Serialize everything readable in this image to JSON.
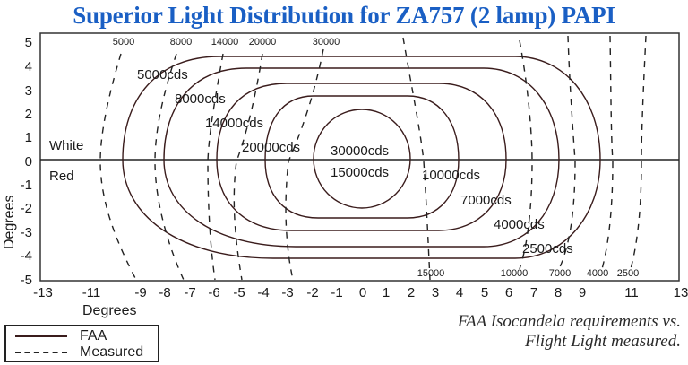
{
  "title": "Superior Light Distribution for ZA757 (2 lamp) PAPI",
  "caption": {
    "line1": "FAA Isocandela requirements vs.",
    "line2": "Flight Light measured."
  },
  "legend": {
    "items": [
      {
        "label": "FAA",
        "style": "solid"
      },
      {
        "label": "Measured",
        "style": "dashed"
      }
    ]
  },
  "colors": {
    "title": "#1a5fc4",
    "faa_line": "#3a1c1c",
    "measured_line": "#222222"
  },
  "chart_data": {
    "type": "line",
    "title": "Superior Light Distribution for ZA757 (2 lamp) PAPI",
    "xlabel": "Degrees",
    "ylabel": "Degrees",
    "xlim": [
      -13,
      13
    ],
    "ylim": [
      -5,
      5
    ],
    "x_ticks": [
      "-13",
      "-11",
      "-9",
      "-8",
      "-7",
      "-6",
      "-5",
      "-4",
      "-3",
      "-2",
      "-1",
      "0",
      "1",
      "2",
      "3",
      "4",
      "5",
      "6",
      "7",
      "8",
      "9",
      "11",
      "13"
    ],
    "y_ticks": [
      "5",
      "4",
      "3",
      "2",
      "1",
      "0",
      "-1",
      "-2",
      "-3",
      "-4",
      "-5"
    ],
    "region_labels": [
      "White",
      "Red"
    ],
    "faa_contours": [
      {
        "upper_label": "5000cds",
        "lower_label": "2500cds",
        "x_left": -9.7,
        "x_right": 9.7,
        "y_top": 4.3,
        "y_bottom": -4.2
      },
      {
        "upper_label": "8000cds",
        "lower_label": "4000cds",
        "x_left": -8.0,
        "x_right": 8.0,
        "y_top": 3.8,
        "y_bottom": -3.7
      },
      {
        "upper_label": "14000cds",
        "lower_label": "7000cds",
        "x_left": -5.9,
        "x_right": 5.9,
        "y_top": 3.2,
        "y_bottom": -3.0
      },
      {
        "upper_label": "20000cds",
        "lower_label": "10000cds",
        "x_left": -3.9,
        "x_right": 3.9,
        "y_top": 2.7,
        "y_bottom": -2.5
      },
      {
        "upper_label": "30000cds",
        "lower_label": "15000cds",
        "shape": "circle",
        "center": [
          0,
          0
        ],
        "radius": 2.0
      }
    ],
    "measured_top_labels": [
      "5000",
      "8000",
      "14000",
      "20000",
      "30000"
    ],
    "measured_bottom_labels": [
      "15000",
      "10000",
      "7000",
      "4000",
      "2500"
    ],
    "measured_curves": [
      {
        "label": "5000",
        "x_at_top": -10.5,
        "x_at_zero": -10.7,
        "x_at_bottom": -9.0
      },
      {
        "label": "8000",
        "x_at_top": -8.0,
        "x_at_zero": -8.4,
        "x_at_bottom": -7.2
      },
      {
        "label": "14000",
        "x_at_top": -5.8,
        "x_at_zero": -6.2,
        "x_at_bottom": -6.0
      },
      {
        "label": "20000",
        "x_at_top": -4.2,
        "x_at_zero": -5.0,
        "x_at_bottom": -5.0
      },
      {
        "label": "30000",
        "x_at_top": -1.8,
        "x_at_zero": -3.2,
        "x_at_bottom": -2.8
      },
      {
        "label": "15000",
        "x_at_top": 1.9,
        "x_at_zero": 2.7,
        "x_at_bottom": 3.0
      },
      {
        "label": "10000",
        "x_at_top": 6.6,
        "x_at_zero": 7.0,
        "x_at_bottom": 6.6
      },
      {
        "label": "7000",
        "x_at_top": 8.2,
        "x_at_zero": 8.6,
        "x_at_bottom": 8.1
      },
      {
        "label": "4000",
        "x_at_top": 10.0,
        "x_at_zero": 10.1,
        "x_at_bottom": 9.7
      },
      {
        "label": "2500",
        "x_at_top": 11.4,
        "x_at_zero": 11.3,
        "x_at_bottom": 10.8
      }
    ],
    "legend_position": "bottom-left",
    "grid": false
  }
}
